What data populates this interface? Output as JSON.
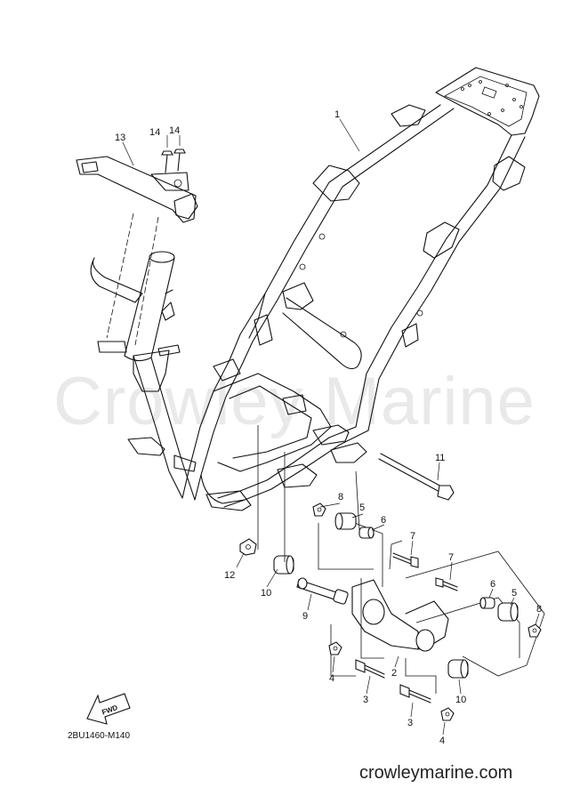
{
  "watermark": "Crowley Marine",
  "diagram_code": "2BU1460-M140",
  "site_url": "crowleymarine.com",
  "fwd_label": "FWD",
  "callouts": {
    "c1": "1",
    "c2": "2",
    "c3a": "3",
    "c3b": "3",
    "c4a": "4",
    "c4b": "4",
    "c5a": "5",
    "c5b": "5",
    "c6a": "6",
    "c6b": "6",
    "c7a": "7",
    "c7b": "7",
    "c8a": "8",
    "c8b": "8",
    "c9": "9",
    "c10a": "10",
    "c10b": "10",
    "c11": "11",
    "c12": "12",
    "c13": "13",
    "c14a": "14",
    "c14b": "14"
  }
}
